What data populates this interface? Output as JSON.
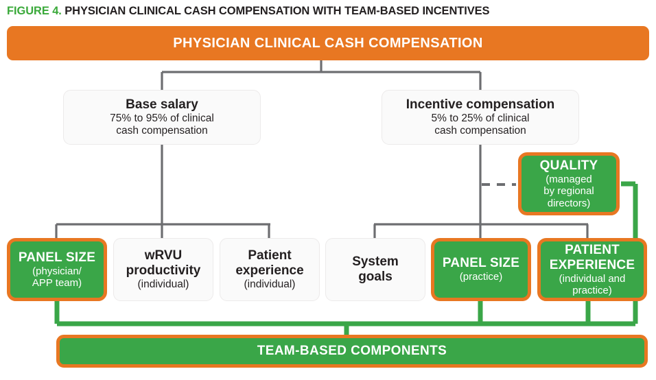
{
  "figure": {
    "label": "FIGURE 4.",
    "title": "PHYSICIAN CLINICAL CASH COMPENSATION WITH TEAM-BASED INCENTIVES"
  },
  "colors": {
    "orange": "#E87722",
    "green": "#3AA648",
    "title_green": "#3AA93A",
    "text_dark": "#231F20",
    "box_white": "#FAFAFA",
    "connector_gray": "#6D6E71"
  },
  "top_bar": {
    "label": "PHYSICIAN CLINICAL CASH COMPENSATION"
  },
  "level2": [
    {
      "id": "base-salary",
      "title": "Base salary",
      "sub_line1": "75% to 95% of clinical",
      "sub_line2": "cash compensation"
    },
    {
      "id": "incentive-compensation",
      "title": "Incentive compensation",
      "sub_line1": "5% to 25% of clinical",
      "sub_line2": "cash compensation"
    }
  ],
  "quality_box": {
    "title": "QUALITY",
    "sub_line1": "(managed",
    "sub_line2": "by regional",
    "sub_line3": "directors)"
  },
  "level3": [
    {
      "id": "panel-size-physician-app",
      "title": "PANEL SIZE",
      "sub_line1": "(physician/",
      "sub_line2": "APP team)",
      "style": "green"
    },
    {
      "id": "wrvu-productivity",
      "title_line1": "wRVU",
      "title_line2": "productivity",
      "sub_line1": "(individual)",
      "style": "white"
    },
    {
      "id": "patient-experience-individual",
      "title_line1": "Patient",
      "title_line2": "experience",
      "sub_line1": "(individual)",
      "style": "white"
    },
    {
      "id": "system-goals",
      "title_line1": "System",
      "title_line2": "goals",
      "sub_line1": "",
      "style": "white"
    },
    {
      "id": "panel-size-practice",
      "title": "PANEL SIZE",
      "sub_line1": "(practice)",
      "style": "green"
    },
    {
      "id": "patient-experience-practice",
      "title_line1": "PATIENT",
      "title_line2": "EXPERIENCE",
      "sub_line1": "(individual and",
      "sub_line2": "practice)",
      "style": "green"
    }
  ],
  "bottom_bar": {
    "label": "TEAM-BASED COMPONENTS"
  }
}
